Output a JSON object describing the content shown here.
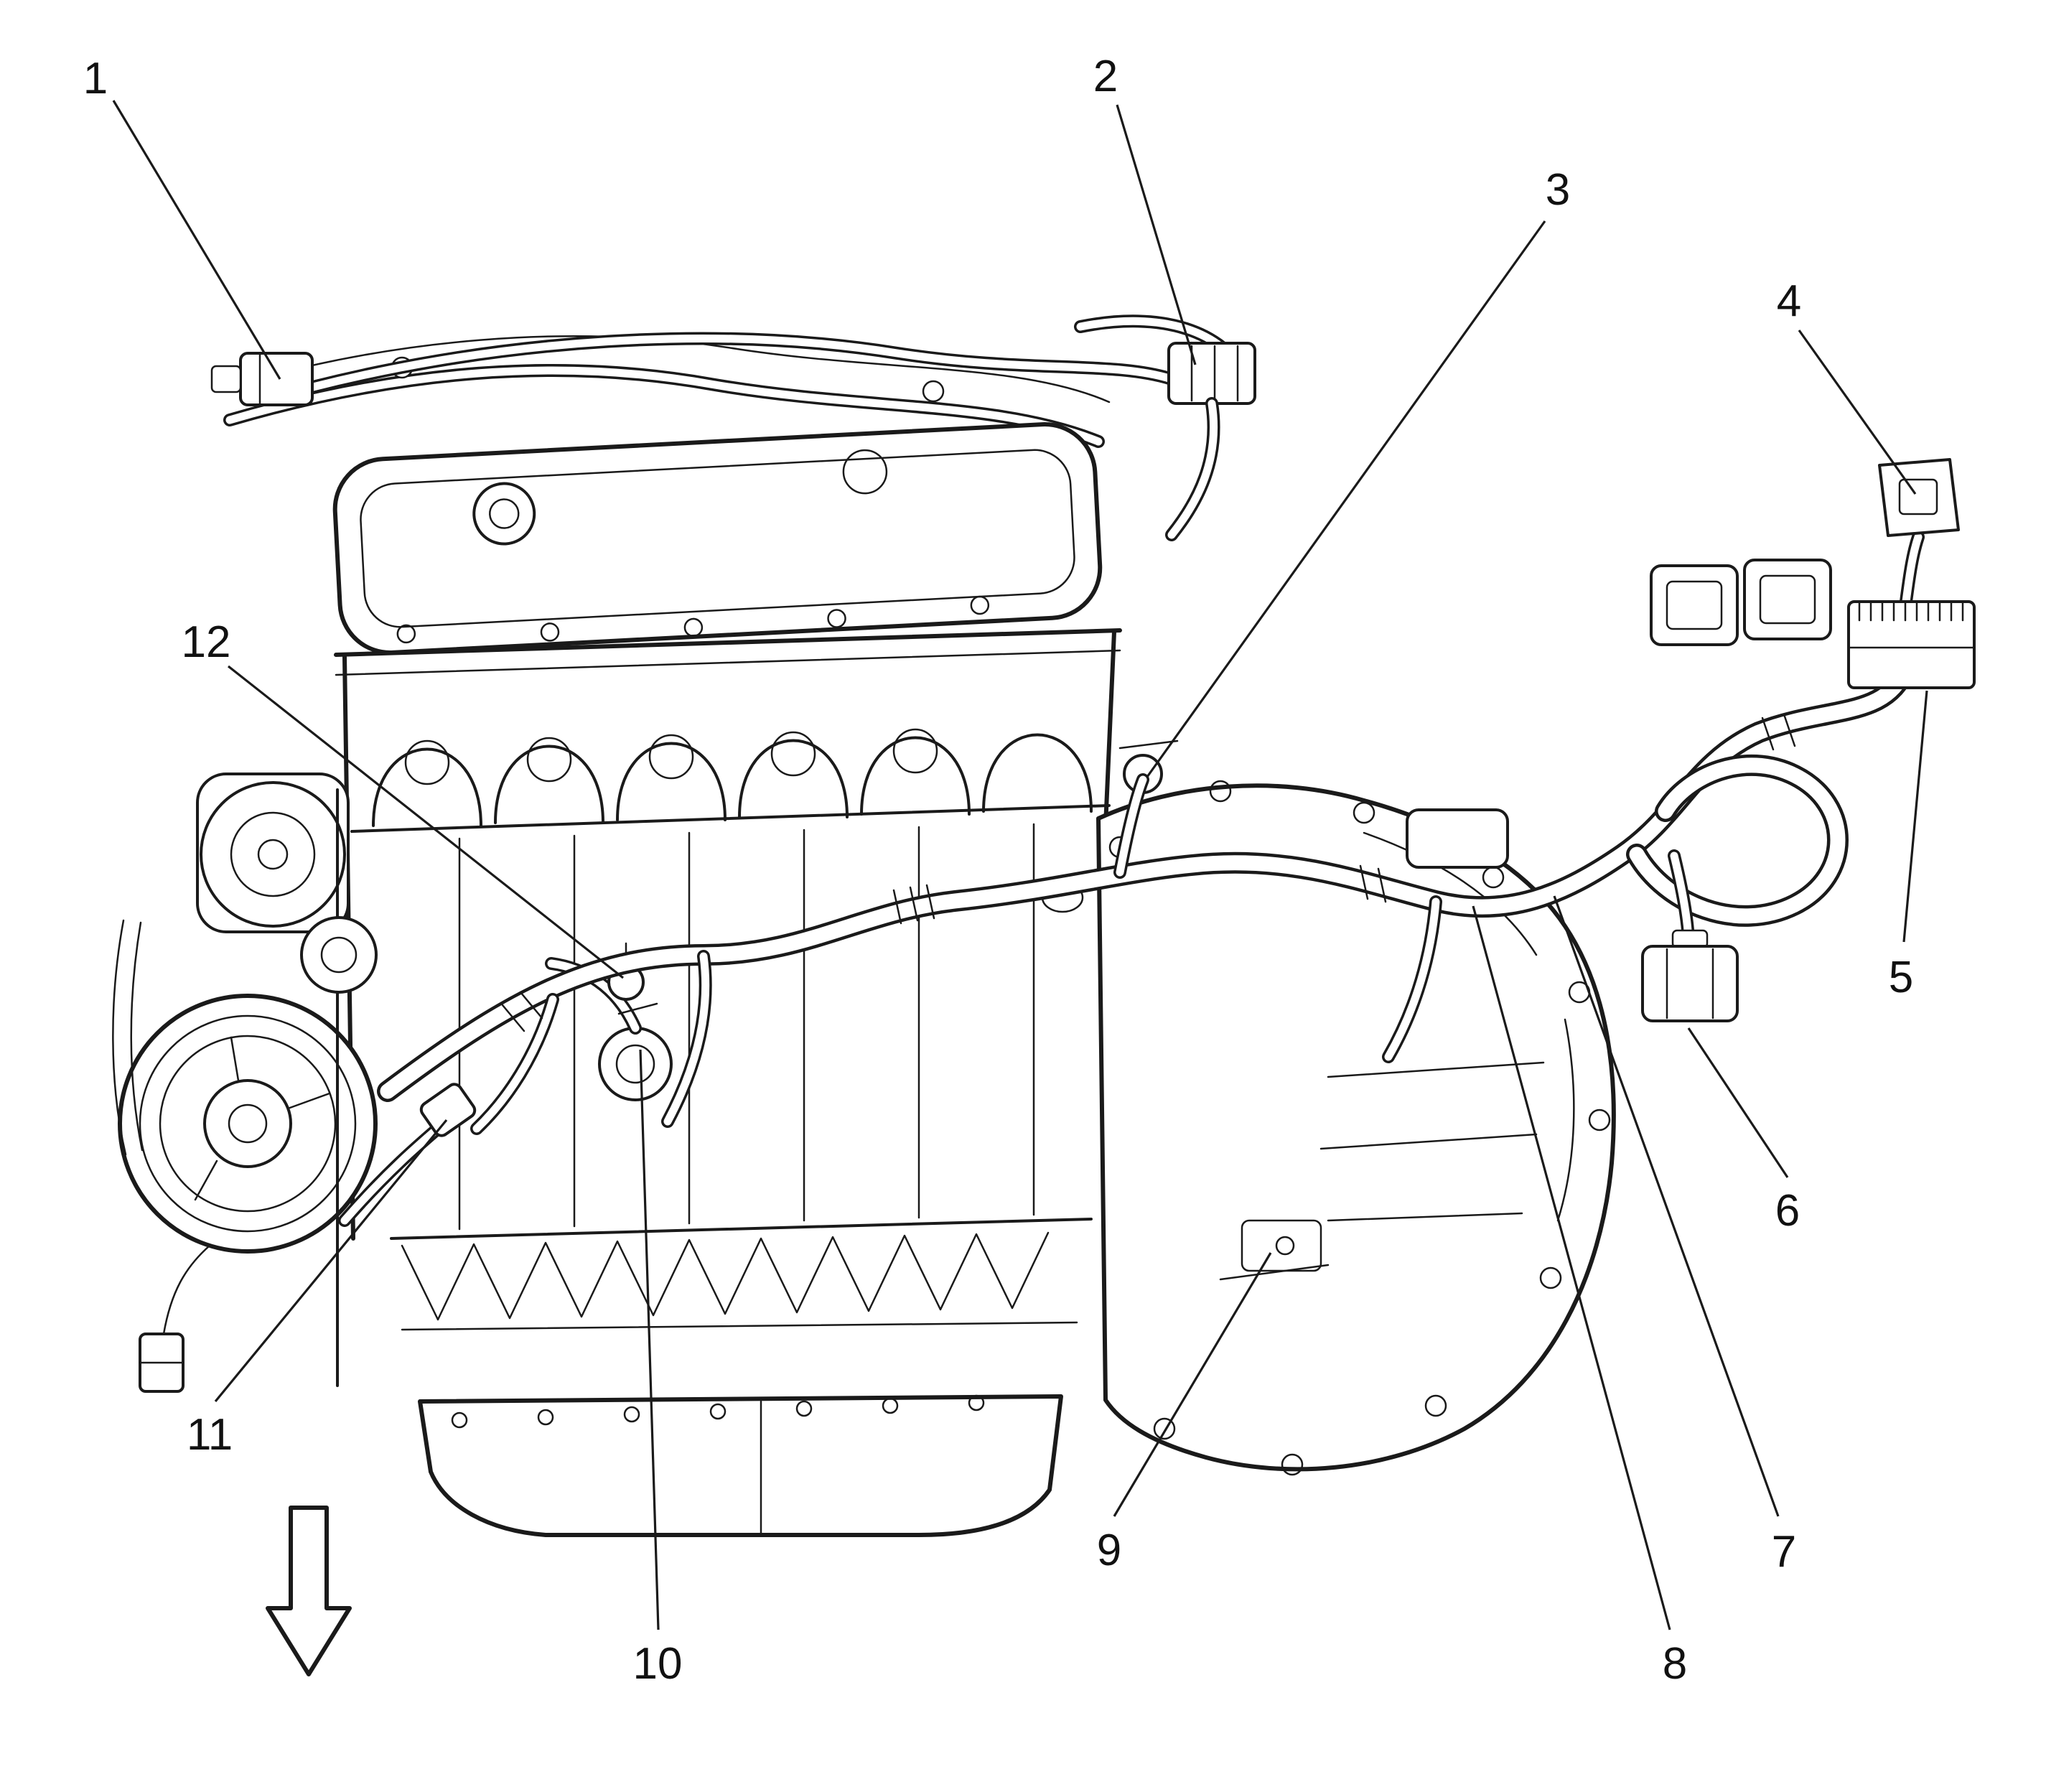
{
  "figure": {
    "kind": "engine-callout-line-diagram",
    "colors": {
      "background": "#ffffff",
      "line": "#1a1a1a",
      "text": "#111111"
    }
  },
  "callouts": [
    {
      "label": "1"
    },
    {
      "label": "2"
    },
    {
      "label": "3"
    },
    {
      "label": "4"
    },
    {
      "label": "5"
    },
    {
      "label": "6"
    },
    {
      "label": "7"
    },
    {
      "label": "8"
    },
    {
      "label": "9"
    },
    {
      "label": "10"
    },
    {
      "label": "11"
    },
    {
      "label": "12"
    }
  ],
  "arrow": {
    "direction": "down"
  }
}
